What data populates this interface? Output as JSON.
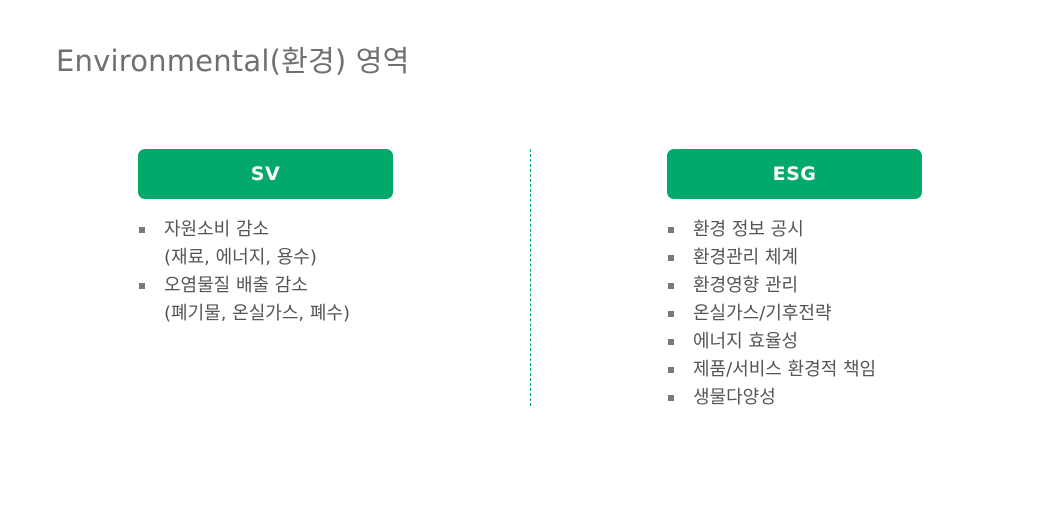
{
  "title": "Environmental(환경) 영역",
  "colors": {
    "accent": "#02a96a",
    "title_text": "#707070",
    "body_text": "#555555",
    "bullet": "#7a7a7a"
  },
  "sv": {
    "label": "SV",
    "items": [
      {
        "text": "자원소비 감소",
        "sub": "(재료, 에너지, 용수)"
      },
      {
        "text": "오염물질 배출 감소",
        "sub": "(폐기물, 온실가스, 폐수)"
      }
    ]
  },
  "esg": {
    "label": "ESG",
    "items": [
      {
        "text": "환경 정보 공시"
      },
      {
        "text": "환경관리 체계"
      },
      {
        "text": "환경영향 관리"
      },
      {
        "text": "온실가스/기후전략"
      },
      {
        "text": "에너지 효율성"
      },
      {
        "text": "제품/서비스 환경적 책임"
      },
      {
        "text": "생물다양성"
      }
    ]
  }
}
